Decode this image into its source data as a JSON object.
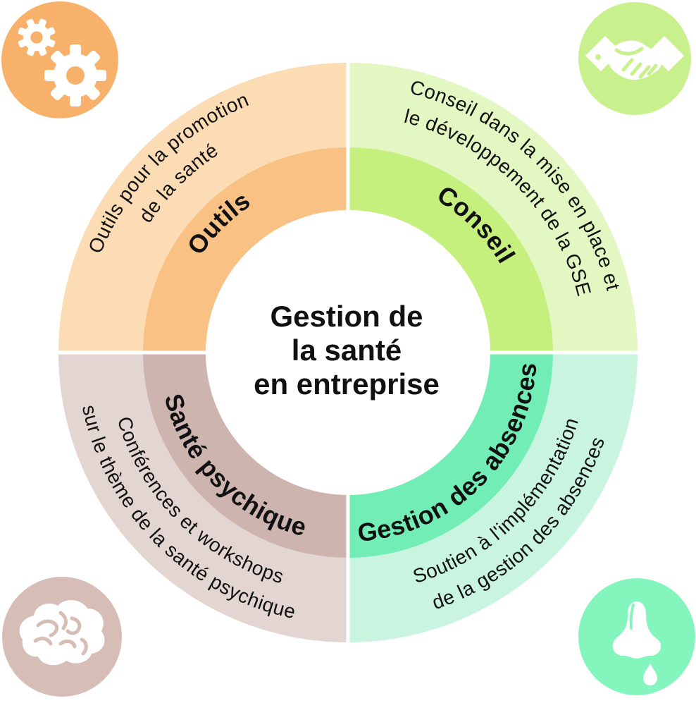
{
  "title": {
    "line1": "Gestion de",
    "line2": "la santé",
    "line3": "en entreprise"
  },
  "colors": {
    "text": "#111111",
    "separator": "#FFFFFF",
    "icon_glyph": "#FFFFFF"
  },
  "quadrants": {
    "outils": {
      "label": "Outils",
      "desc1": "Outils pour la promotion",
      "desc2": "de la santé",
      "ring_inner_color": "#F9C183",
      "ring_outer_color": "#FBDCB4",
      "icon": "gears-icon",
      "icon_circle_color": "#F8B16A"
    },
    "conseil": {
      "label": "Conseil",
      "desc1": "Conseil dans la mise en place et",
      "desc2": "le développement de la GSE",
      "ring_inner_color": "#C6F07E",
      "ring_outer_color": "#E3F7C2",
      "icon": "handshake-icon",
      "icon_circle_color": "#C8F08C"
    },
    "absences": {
      "label": "Gestion des absences",
      "desc1": "Soutien à l'implémentation",
      "desc2": "de la gestion des absences",
      "ring_inner_color": "#72EDB5",
      "ring_outer_color": "#C8F4E0",
      "icon": "nose-icon",
      "icon_circle_color": "#84F5BD"
    },
    "psychique": {
      "label": "Santé psychique",
      "desc1": "Conférences et workshops",
      "desc2": "sur le thème de la santé psychique",
      "ring_inner_color": "#CDB4AE",
      "ring_outer_color": "#E3D5D1",
      "icon": "brain-icon",
      "icon_circle_color": "#D6BDB5"
    }
  }
}
